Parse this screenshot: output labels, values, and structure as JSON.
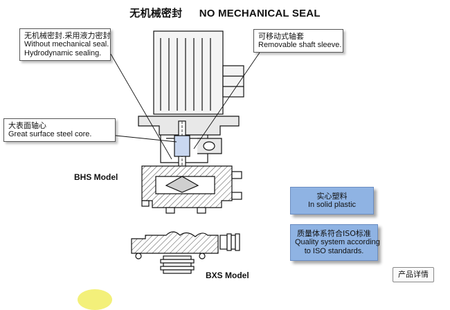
{
  "title": {
    "cn": "无机械密封",
    "en": "NO MECHANICAL SEAL"
  },
  "callouts": {
    "no_seal": {
      "cn": "无机械密封.采用液力密封",
      "line1": "Without mechanical seal.",
      "line2": "Hydrodynamic sealing."
    },
    "shaft_sleeve": {
      "cn": "可移动式轴套",
      "en": "Removable shaft sleeve."
    },
    "steel_core": {
      "cn": "大表面轴心",
      "en": "Great surface steel core."
    }
  },
  "models": {
    "bhs": "BHS Model",
    "bxs": "BXS Model"
  },
  "info_boxes": {
    "plastic": {
      "cn": "实心塑料",
      "en": "In solid plastic"
    },
    "quality": {
      "cn": "质量体系符合ISO标准",
      "line1": "Quality system according",
      "line2": "to ISO standards."
    }
  },
  "detail_button": "产品详情",
  "colors": {
    "info_fill": "#8fb3e3",
    "callout_border": "#555555"
  }
}
